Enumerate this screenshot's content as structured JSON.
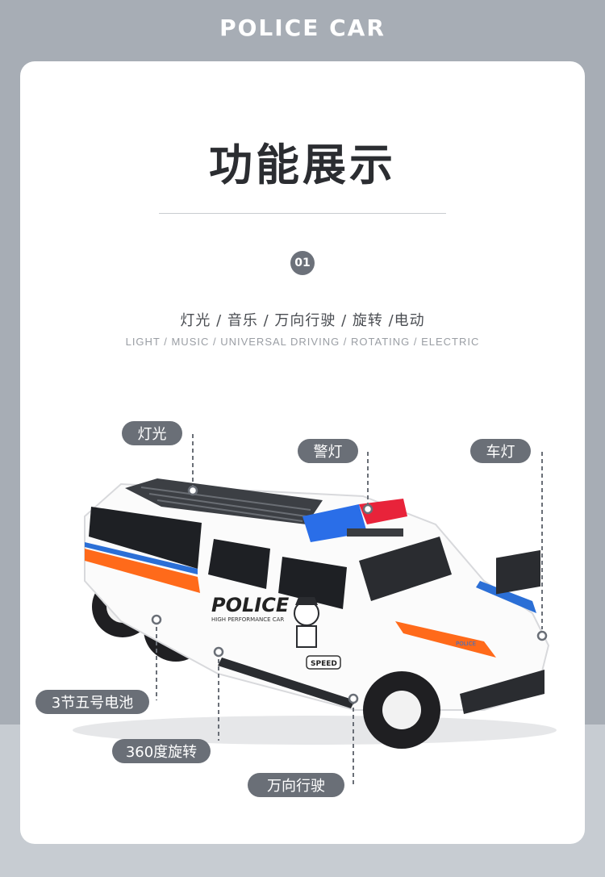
{
  "header": {
    "title": "POLICE CAR"
  },
  "section": {
    "title": "功能展示",
    "number": "01",
    "features_cn": "灯光 / 音乐 / 万向行驶 / 旋转 /电动",
    "features_en": "LIGHT / MUSIC / UNIVERSAL DRIVING / ROTATING / ELECTRIC"
  },
  "callouts": {
    "light": "灯光",
    "siren_light": "警灯",
    "headlight": "车灯",
    "battery": "3节五号电池",
    "rotate": "360度旋转",
    "universal": "万向行驶"
  },
  "car": {
    "brand_text": "POLICE",
    "sub_text": "HIGH PERFORMANCE CAR",
    "speed_badge": "SPEED",
    "hood_text": "POLICE"
  },
  "colors": {
    "background": "#a7adb5",
    "card": "#ffffff",
    "pill": "#6a6f77",
    "stripe_orange": "#ff6a1a",
    "stripe_blue": "#2b6fd6",
    "siren_blue": "#2a6ee8",
    "siren_red": "#e8233a"
  }
}
